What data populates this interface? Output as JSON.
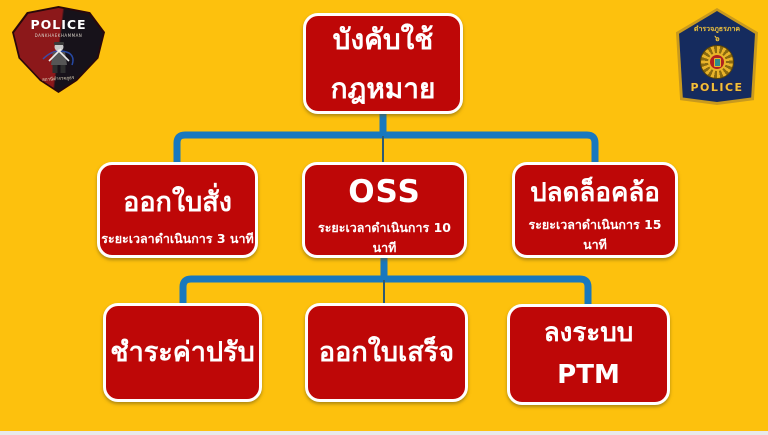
{
  "theme": {
    "background": "#FDC10D",
    "box_fill": "#BE0707",
    "box_border": "#FFFFFF",
    "connector": "#1878BE",
    "connector_thin": "#2D5A72",
    "text": "#FFFFFF",
    "bottom_strip": "#E8E9EA"
  },
  "badge_left": {
    "title": "POLICE",
    "subtitle": "DANKHAEKHAMMAN",
    "footer": "สถานีตำรวจภูธร"
  },
  "badge_right": {
    "arc_text": "ตำรวจภูธรภาค",
    "region_number": "๖",
    "bottom_text": "POLICE"
  },
  "flowchart": {
    "root": {
      "line1": "บังคับใช้",
      "line2": "กฎหมาย"
    },
    "level2": [
      {
        "title": "ออกใบสั่ง",
        "subtitle": "ระยะเวลาดำเนินการ 3 นาที"
      },
      {
        "title": "OSS",
        "subtitle": "ระยะเวลาดำเนินการ 10 นาที"
      },
      {
        "title": "ปลดล็อคล้อ",
        "subtitle": "ระยะเวลาดำเนินการ 15 นาที"
      }
    ],
    "level3": [
      {
        "title": "ชำระค่าปรับ"
      },
      {
        "title": "ออกใบเสร็จ"
      },
      {
        "title": "ลงระบบ",
        "line2": "PTM"
      }
    ]
  }
}
